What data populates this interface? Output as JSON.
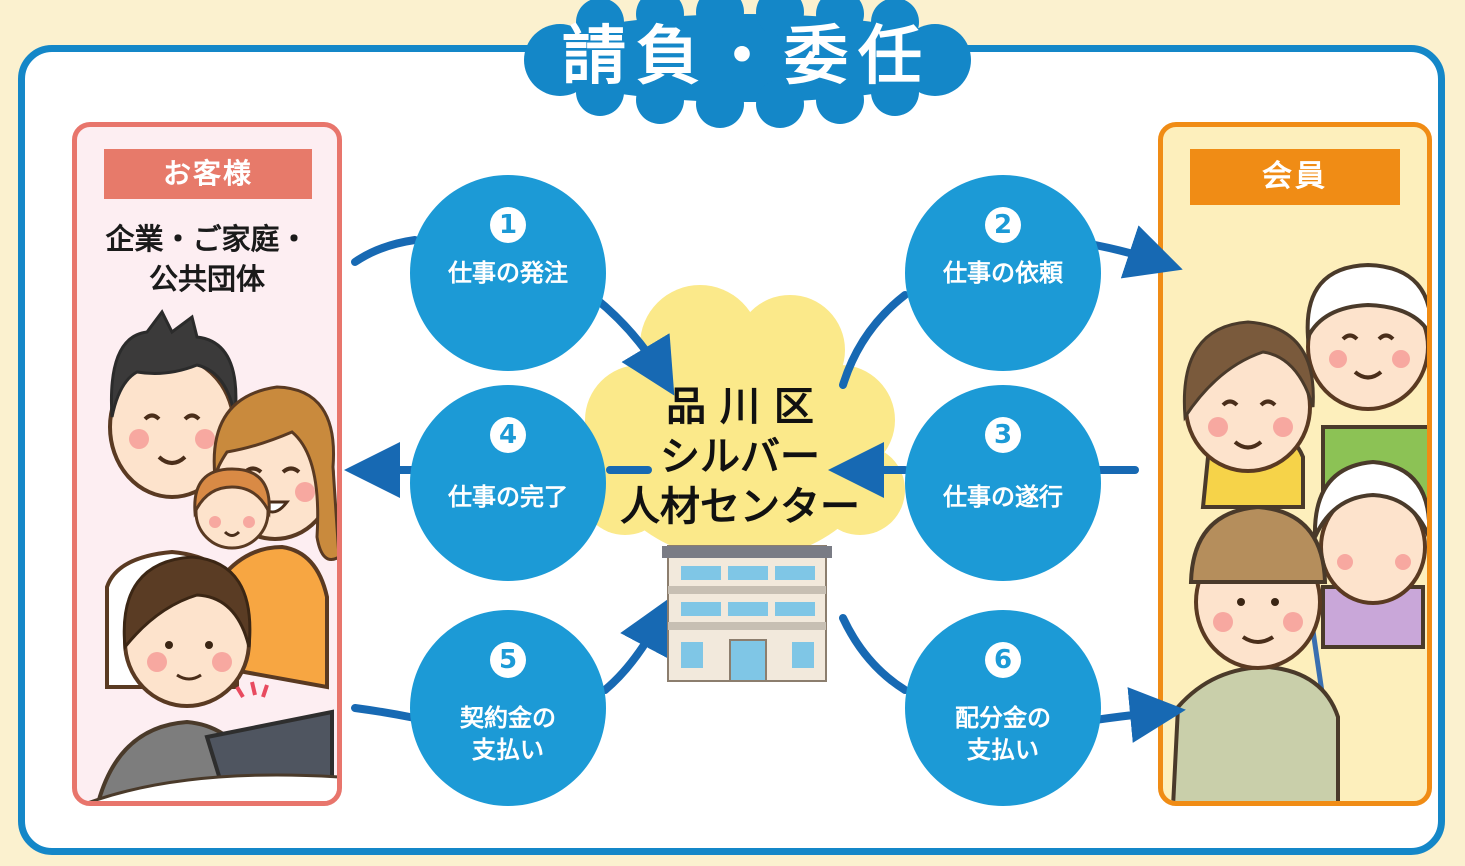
{
  "title": "請負・委任",
  "customer": {
    "heading": "お客様",
    "line1": "企業・ご家庭・",
    "line2": "公共団体"
  },
  "member": {
    "heading": "会員"
  },
  "center": {
    "line1": "品 川 区",
    "line2": "シルバー",
    "line3": "人材センター"
  },
  "steps": [
    {
      "num": "1",
      "line1": "仕事の発注",
      "line2": ""
    },
    {
      "num": "2",
      "line1": "仕事の依頼",
      "line2": ""
    },
    {
      "num": "3",
      "line1": "仕事の遂行",
      "line2": ""
    },
    {
      "num": "4",
      "line1": "仕事の完了",
      "line2": ""
    },
    {
      "num": "5",
      "line1": "契約金の",
      "line2": "支払い"
    },
    {
      "num": "6",
      "line1": "配分金の",
      "line2": "支払い"
    }
  ],
  "colors": {
    "frame": "#1487c8",
    "circle": "#1c9ad6",
    "customer_accent": "#e77a6a",
    "member_accent": "#f08c15",
    "cloud": "#fbe98a",
    "background": "#fbf1cf"
  }
}
